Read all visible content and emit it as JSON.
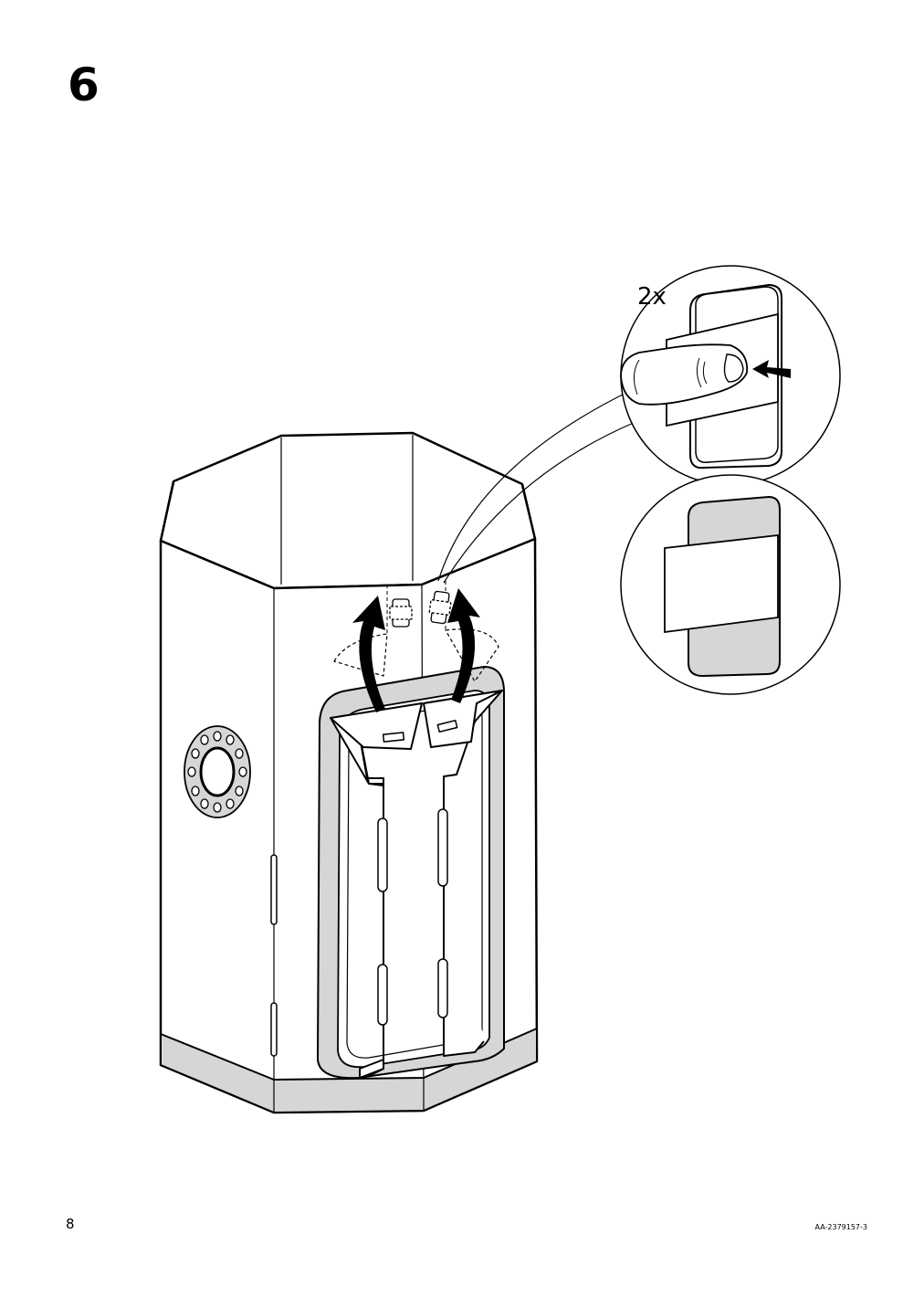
{
  "step": {
    "number": "6"
  },
  "detail": {
    "quantity_label": "2x"
  },
  "footer": {
    "page_number": "8",
    "document_code": "AA-2379157-3"
  },
  "colors": {
    "line": "#000000",
    "fill_gray": "#d6d6d6",
    "background": "#ffffff"
  }
}
